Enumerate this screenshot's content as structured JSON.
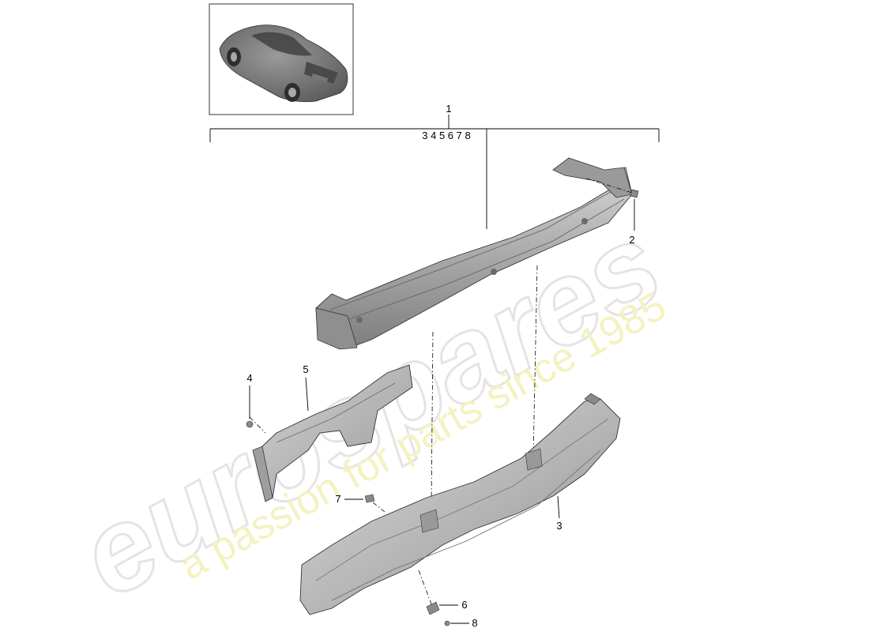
{
  "watermark": {
    "brand": "eurospares",
    "tagline": "a passion for parts since 1985",
    "brand_color": "#e6e6e6",
    "tagline_color": "#f3f1b4"
  },
  "thumbnail": {
    "icon": "car-overview-icon"
  },
  "callouts": {
    "assembly": "1",
    "sub_parts": "3 4 5 6 7 8",
    "bolt": "2",
    "heat_shield": "3",
    "nut": "4",
    "bracket": "5",
    "clip": "6",
    "fastener_left": "7",
    "screw": "8"
  },
  "colors": {
    "line": "#000000",
    "part_fill": "#bdbdbd",
    "part_dark": "#8c8c8c"
  }
}
